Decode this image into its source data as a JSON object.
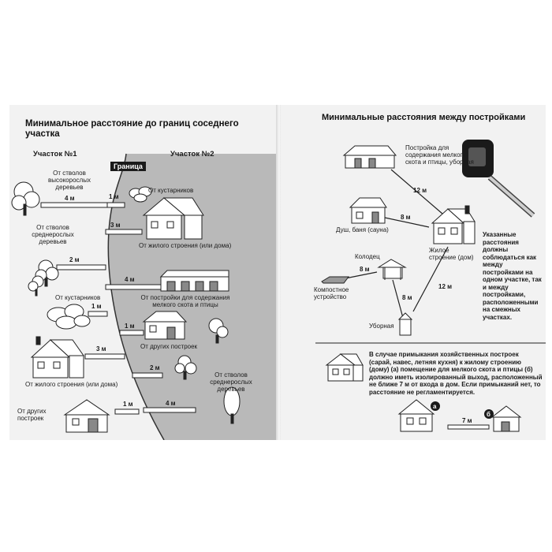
{
  "left": {
    "title": "Минимальное расстояние до границ соседнего участка",
    "plot1": "Участок №1",
    "plot2": "Участок №2",
    "boundary": "Граница",
    "labels": {
      "tall_trees": "От стволов высокорослых деревьев",
      "shrubs_top": "От кустарников",
      "medium_trees_left": "От стволов среднерослых деревьев",
      "house_right": "От жилого строения (или дома)",
      "livestock": "От постройки для содержания мелкого скота и птицы",
      "shrubs_left": "От кустарников",
      "other_right": "От других построек",
      "house_left": "От жилого строения (или дома)",
      "medium_trees_right": "От стволов среднерослых деревьев",
      "other_left": "От других построек"
    },
    "distances": {
      "tall_trees": "4 м",
      "shrubs_top": "1 м",
      "house_right": "3 м",
      "medium_trees_left": "2 м",
      "livestock": "4 м",
      "shrubs_left": "1 м",
      "other_right": "1 м",
      "house_left": "3 м",
      "medium_trees_right": "2 м",
      "other_left": "1 м",
      "bottom_right": "4 м"
    }
  },
  "right": {
    "title": "Минимальные расстояния между постройками",
    "labels": {
      "livestock": "Постройка для содержания мелкого скота и птицы, уборная",
      "sauna": "Душ, баня (сауна)",
      "house": "Жилое строение (дом)",
      "well": "Колодец",
      "compost": "Компостное устройство",
      "toilet": "Уборная"
    },
    "distances": {
      "livestock_house": "12 м",
      "sauna_house": "8 м",
      "well_compost": "8 м",
      "well_toilet": "8 м",
      "house_toilet": "12 м",
      "bottom": "7 м"
    },
    "side_note": "Указанные расстояния должны соблюдаться как между постройками на одном участке, так и между постройками, расположенными на смежных участках.",
    "bottom_note": "В случае примыкания хозяйственных построек (сарай, навес, летняя кухня) к жилому строению (дому) (а) помещение для мелкого скота и птицы (б) должно иметь изолированный выход, расположенный не ближе 7 м от входа в дом. Если примыканий нет, то расстояние не регламентируется.",
    "marker_a": "а",
    "marker_b": "б"
  }
}
